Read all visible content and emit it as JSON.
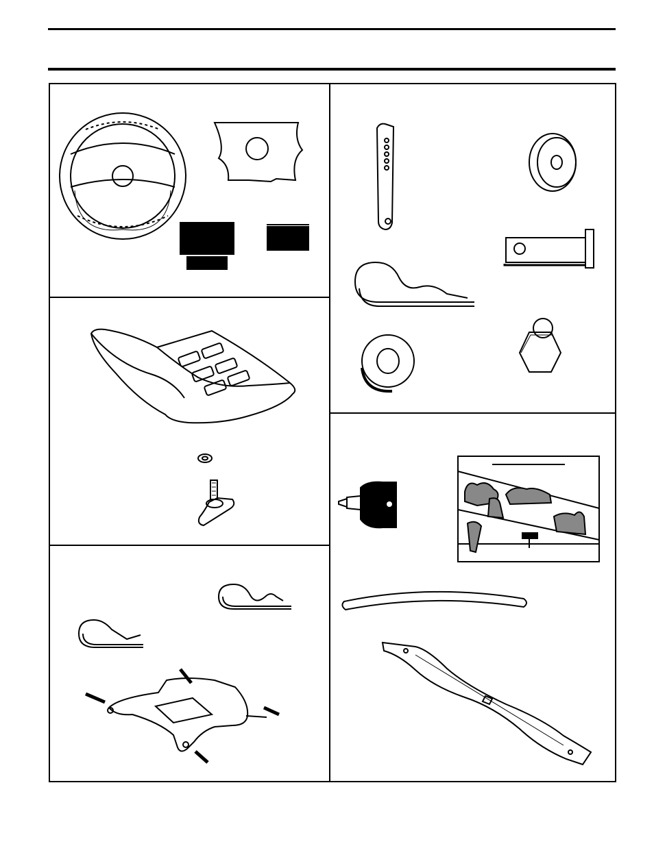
{
  "page": {
    "title": ""
  },
  "panels": [
    {
      "id": "steering",
      "items": [
        "steering-wheel",
        "steering-wheel-insert",
        "spacer",
        "adapter"
      ]
    },
    {
      "id": "seat",
      "items": [
        "seat",
        "seat-washer",
        "seat-knob"
      ]
    },
    {
      "id": "hardware-bracket",
      "items": [
        "hairpin-clip-large",
        "hairpin-clip-small",
        "seat-bracket-with-bolts"
      ]
    },
    {
      "id": "hardware-small",
      "items": [
        "gauge-wheel-bracket",
        "gauge-wheel",
        "hairpin-clip",
        "clevis-pin",
        "flat-washer",
        "hex-nut"
      ]
    },
    {
      "id": "maintenance",
      "items": [
        "spark-plug",
        "blade-gauge-illustration",
        "drive-belt",
        "mower-blade"
      ]
    }
  ]
}
